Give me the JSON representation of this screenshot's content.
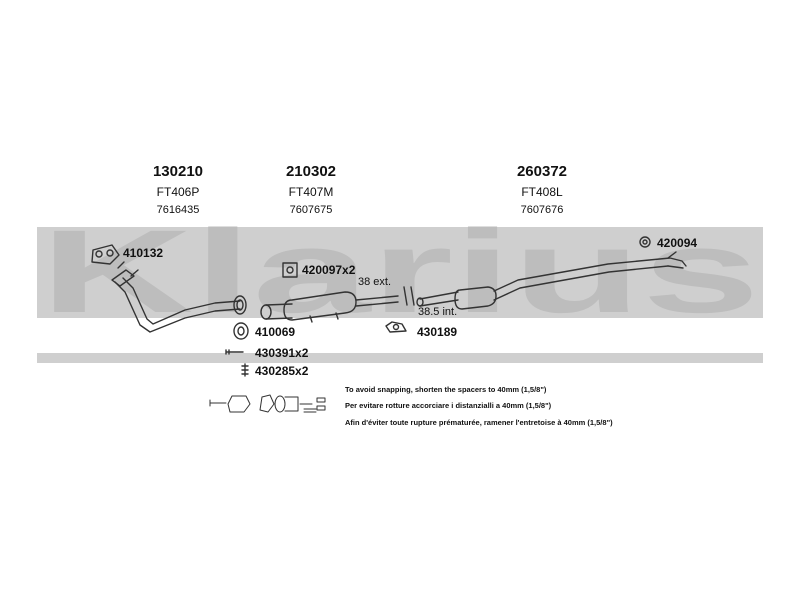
{
  "watermark": {
    "logo_text": "Klarius"
  },
  "main_parts": [
    {
      "number": "130210",
      "code": "FT406P",
      "oe": "7616435"
    },
    {
      "number": "210302",
      "code": "FT407M",
      "oe": "7607675"
    },
    {
      "number": "260372",
      "code": "FT408L",
      "oe": "7607676"
    }
  ],
  "fittings": {
    "gasket": "410132",
    "mount_front": "420097x2",
    "mount_rear": "420094",
    "clamp_ring": "410069",
    "bracket": "430189",
    "bolt": "430391x2",
    "spring": "430285x2"
  },
  "dimensions": {
    "ext": "38 ext.",
    "int": "38.5 int."
  },
  "notes": [
    "To avoid snapping, shorten the spacers to 40mm (1,5/8\")",
    "Per evitare rotture accorciare i distanzialli a 40mm (1,5/8\")",
    "Afin d'éviter toute rupture prématurée, ramener l'entretoise à 40mm (1,5/8\")"
  ],
  "colors": {
    "watermark": "#c8c8c8",
    "text": "#111111",
    "line": "#333333"
  }
}
